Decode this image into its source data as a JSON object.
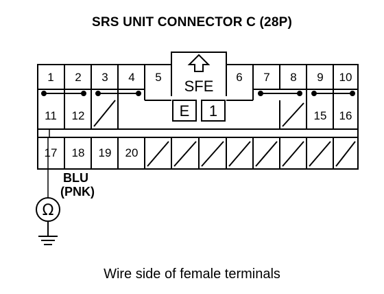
{
  "title": "SRS UNIT CONNECTOR C (28P)",
  "caption": "Wire side of female terminals",
  "center_label": "SFE",
  "center_boxes": [
    "E",
    "1"
  ],
  "wire": {
    "color": "BLU",
    "alt_color": "(PNK)"
  },
  "meter_symbol": "Ω",
  "row1": [
    "1",
    "2",
    "3",
    "4",
    "5",
    "6",
    "7",
    "8",
    "9",
    "10"
  ],
  "row2_left": [
    "11",
    "12"
  ],
  "row2_right": [
    "15",
    "16"
  ],
  "row3": [
    "17",
    "18",
    "19",
    "20"
  ]
}
